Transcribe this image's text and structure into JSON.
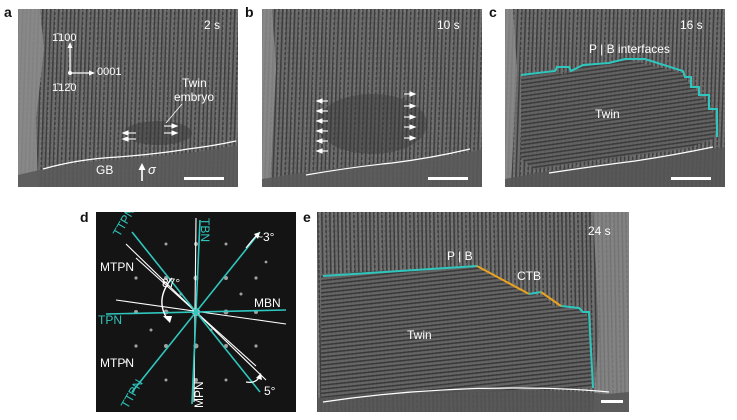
{
  "panels": {
    "a": {
      "label": "a",
      "time": "2 s",
      "axis_top": "1̄100",
      "axis_right": "0001",
      "axis_bottom": "1̄12̄0",
      "annotation": "Twin\nembryo",
      "annotation_line1": "Twin",
      "annotation_line2": "embryo",
      "gb": "GB",
      "stress_symbol": "σ"
    },
    "b": {
      "label": "b",
      "time": "10 s"
    },
    "c": {
      "label": "c",
      "time": "16 s",
      "interfaces": "P | B interfaces",
      "twin": "Twin"
    },
    "d": {
      "label": "d",
      "labels": {
        "ttpn_top": "TTPN",
        "tbn": "TBN",
        "angle_small": "~3°",
        "mtpn_top": "MTPN",
        "angle_87": "87°",
        "mbn": "MBN",
        "tpn": "TPN",
        "mtpn_bottom": "MTPN",
        "ttpn_bottom": "TTPN",
        "mpn": "MPN",
        "angle_5": "5°"
      }
    },
    "e": {
      "label": "e",
      "time": "24 s",
      "pb": "P | B",
      "ctb": "CTB",
      "twin": "Twin"
    }
  },
  "colors": {
    "teal": "#2fc6bd",
    "orange": "#e8a21f",
    "white": "#ffffff",
    "background_micrograph": "#6a6a6a"
  }
}
